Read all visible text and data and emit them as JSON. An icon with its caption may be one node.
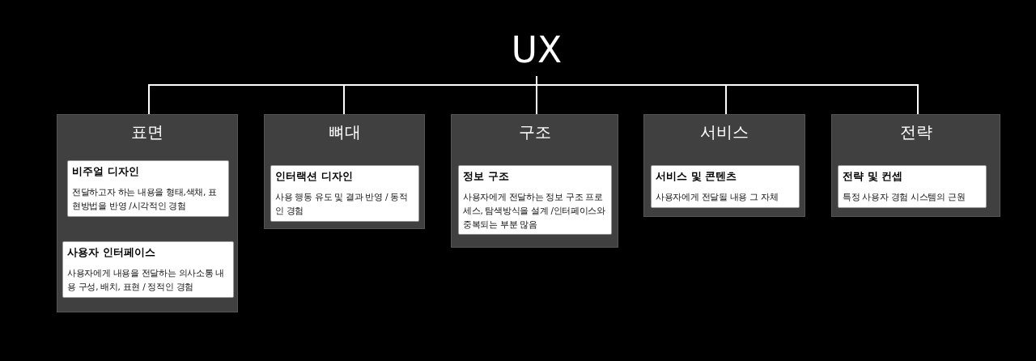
{
  "diagram": {
    "nodes": [
      {
        "text": [
          "UX"
        ]
      },
      {
        "text": [
          "표면"
        ]
      },
      {
        "text": [
          "비주얼 디자인",
          "전달하고자 하는 내용을 형태,색채, 표현방법을 반영 /시각적인 경험"
        ],
        "in": 1
      },
      {
        "text": [
          "사용자 인터페이스",
          "사용자에게 내용을 전달하는 의사소통 내용 구성, 배치, 표현 / 정적인 경험"
        ],
        "in": 1
      },
      {
        "text": [
          "뼈대"
        ]
      },
      {
        "text": [
          "인터랙션 디자인",
          "사용 행동 유도 및 결과 반영 / 동적인 경험"
        ],
        "in": 4
      },
      {
        "text": [
          "구조"
        ]
      },
      {
        "text": [
          "정보 구조",
          "사용자에게 전달하는 정보 구조 프로세스, 탐색방식을 설계 /인터페이스와 중복되는 부분 많음"
        ],
        "in": 6
      },
      {
        "text": [
          "서비스"
        ]
      },
      {
        "text": [
          "서비스 및 콘텐츠",
          "사용자에게 전달될 내용 그 자체"
        ],
        "in": 8
      },
      {
        "text": [
          "전략"
        ]
      },
      {
        "text": [
          "전략 및 컨셉",
          "특정 사용자 경험 시스템의 근원"
        ],
        "in": 10
      }
    ],
    "edges": [
      {
        "from": 0,
        "to": 1,
        "arrow": "none"
      },
      {
        "from": 0,
        "to": 4,
        "arrow": "none"
      },
      {
        "from": 0,
        "to": 6,
        "arrow": "none"
      },
      {
        "from": 0,
        "to": 8,
        "arrow": "none"
      },
      {
        "from": 0,
        "to": 10,
        "arrow": "none"
      }
    ]
  }
}
